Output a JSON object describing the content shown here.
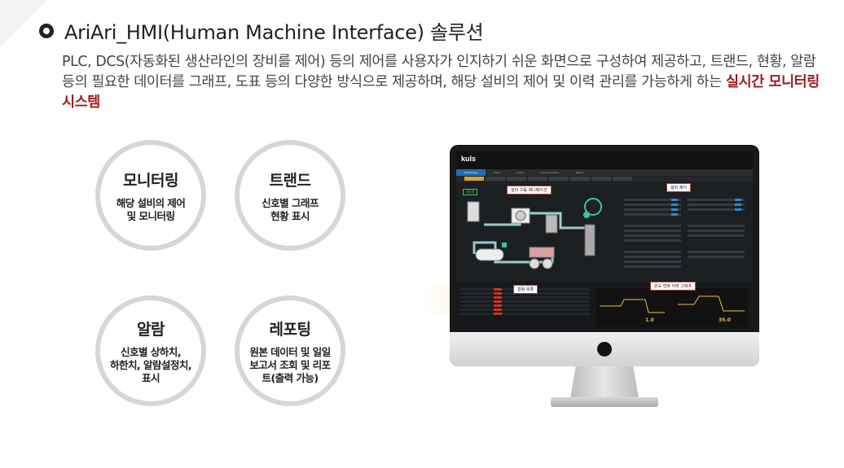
{
  "header": {
    "title": "AriAri_HMI(Human Machine Interface) 솔루션",
    "description_plain": "PLC, DCS(자동화된 생산라인의 장비를 제어) 등의 제어를 사용자가 인지하기 쉬운 화면으로 구성하여 제공하고, 트랜드, 현황, 알람 등의 필요한 데이터를 그래프, 도표 등의 다양한 방식으로 제공하며, 해당 설비의 제어 및 이력 관리를 가능하게 하는 ",
    "description_highlight": "실시간 모니터링 시스템"
  },
  "features": [
    {
      "title": "모니터링",
      "desc": "해당 설비의 제어\n및 모니터링"
    },
    {
      "title": "트랜드",
      "desc": "신호별 그래프\n현황 표시"
    },
    {
      "title": "알람",
      "desc": "신호별 상하치,\n하한치, 알람설정치,\n표시"
    },
    {
      "title": "레포팅",
      "desc": "원본 데이터 및 일일\n보고서 조회 및 리포\n트(출력 가능)"
    }
  ],
  "monitor": {
    "logo": "kuls",
    "nav": [
      "Monitoring",
      "Trend",
      "Alarm",
      "Communication",
      "Report"
    ],
    "labels": {
      "equipment_animation": "설비 구동 애니메이션",
      "equipment_control": "설비 제어",
      "alarm_list": "알람 목록",
      "temp_graph": "온도 변화 이력 그래프"
    },
    "status_chip": "가동중",
    "values": {
      "left": "1.0",
      "right": "35.0"
    }
  },
  "colors": {
    "highlight": "#9e1b1b",
    "circle_border": "#d6d6d6",
    "arrow": "#f3e39a"
  }
}
